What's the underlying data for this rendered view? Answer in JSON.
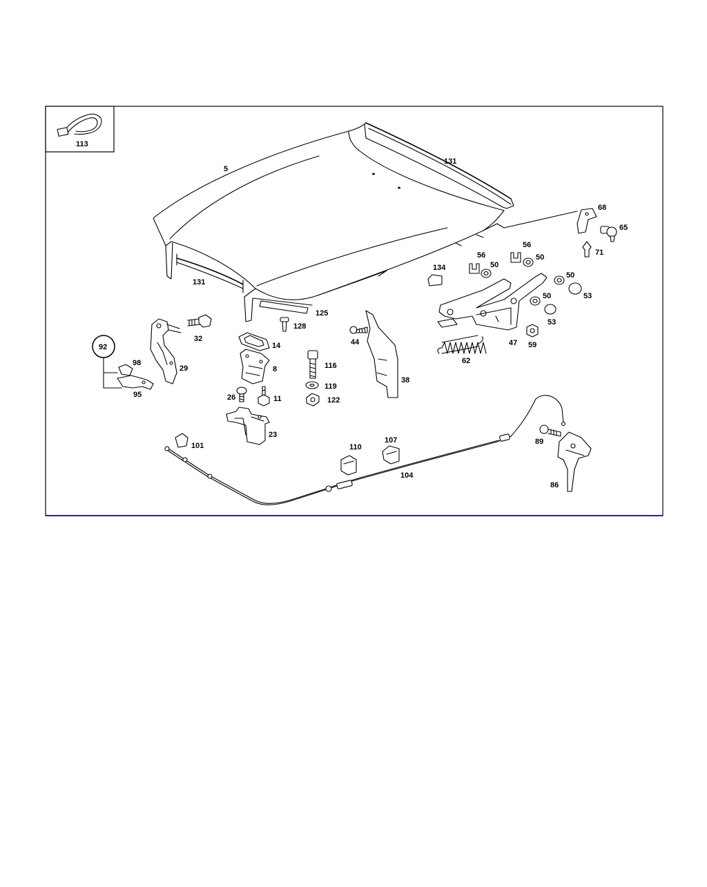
{
  "diagram": {
    "inset_callout": "113",
    "group_callout": "92",
    "callouts": {
      "c5": "5",
      "c131a": "131",
      "c131b": "131",
      "c68": "68",
      "c65": "65",
      "c71": "71",
      "c56a": "56",
      "c56b": "56",
      "c50a": "50",
      "c50b": "50",
      "c50c": "50",
      "c50d": "50",
      "c134": "134",
      "c53a": "53",
      "c53b": "53",
      "c47": "47",
      "c59": "59",
      "c62": "62",
      "c125": "125",
      "c128": "128",
      "c32": "32",
      "c14": "14",
      "c44": "44",
      "c116": "116",
      "c8": "8",
      "c119": "119",
      "c122": "122",
      "c38": "38",
      "c98": "98",
      "c29": "29",
      "c95": "95",
      "c26": "26",
      "c11": "11",
      "c23": "23",
      "c101": "101",
      "c110": "110",
      "c107": "107",
      "c104": "104",
      "c89": "89",
      "c86": "86"
    }
  },
  "colors": {
    "frame": "#000000",
    "frame_bottom": "#2a2a7a",
    "line": "#000000"
  }
}
